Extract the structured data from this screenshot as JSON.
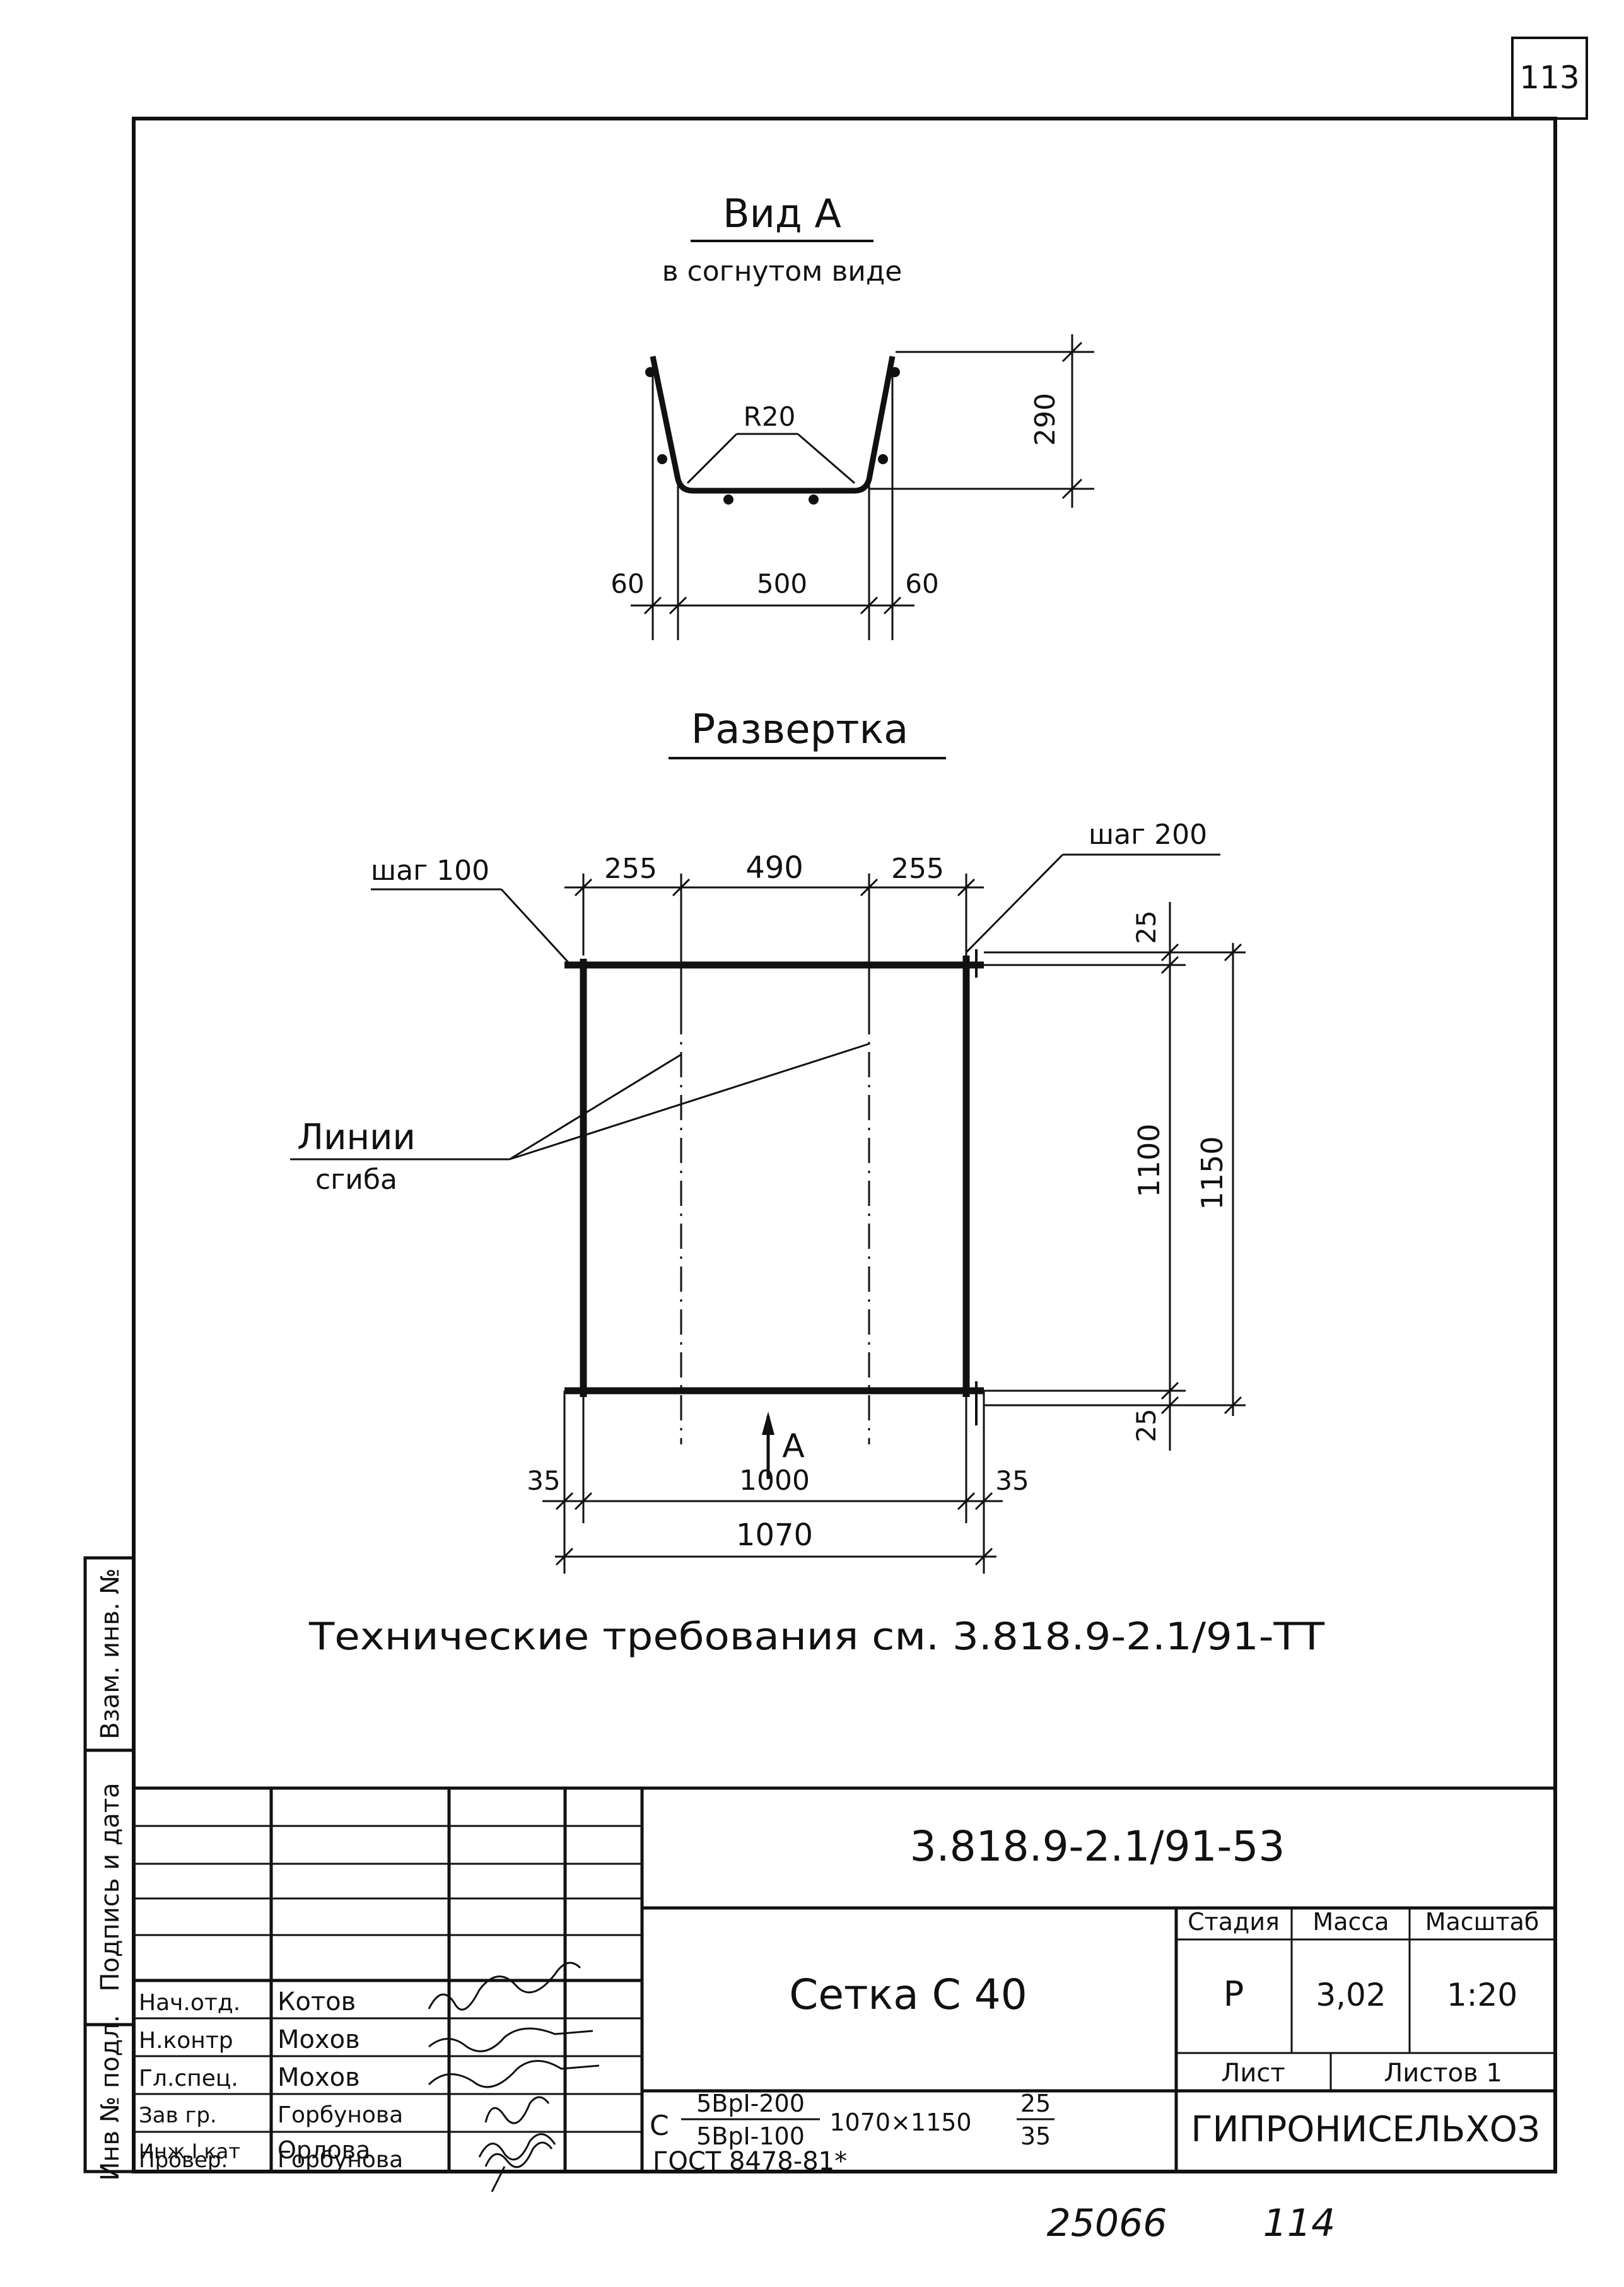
{
  "page_number": "113",
  "view_a": {
    "title": "Вид А",
    "subtitle": "в согнутом виде",
    "radius_label": "R20",
    "height_dim": "290",
    "left_dim": "60",
    "bottom_dim": "500",
    "right_dim": "60"
  },
  "unfolded": {
    "title": "Развертка",
    "step_left": "шаг 100",
    "step_right": "шаг 200",
    "top_dims": [
      "255",
      "490",
      "255"
    ],
    "top_offset_dim": "25",
    "bottom_offset_dim": "25",
    "inner_height_dim": "1100",
    "total_height_dim": "1150",
    "bend_lines_label_1": "Линии",
    "bend_lines_label_2": "сгиба",
    "view_marker": "А",
    "bottom_left_dim": "35",
    "bottom_mid_dim": "1000",
    "bottom_right_dim": "35",
    "total_width_dim": "1070"
  },
  "tech_requirements": "Технические требования см. 3.818.9-2.1/91-ТТ",
  "side_stamp": {
    "cells": [
      "Инв № подл.",
      "Подпись и дата",
      "Взам. инв. №"
    ]
  },
  "title_block": {
    "document_code": "3.818.9-2.1/91-53",
    "item_name": "Сетка С 40",
    "stage_header": "Стадия",
    "mass_header": "Масса",
    "scale_header": "Масштаб",
    "stage_value": "Р",
    "mass_value": "3,02",
    "scale_value": "1:20",
    "sheet_label": "Лист",
    "sheets_label": "Листов 1",
    "organization": "ГИПРОНИСЕЛЬХОЗ",
    "spec_prefix": "С",
    "spec_top": "5BpI-200",
    "spec_bottom": "5BpI-100",
    "spec_size": "1070×1150",
    "spec_frac_top": "25",
    "spec_frac_bottom": "35",
    "spec_gost": "ГОСТ 8478-81*",
    "staff": [
      {
        "role": "Нач.отд.",
        "name": "Котов"
      },
      {
        "role": "Н.контр",
        "name": "Мохов"
      },
      {
        "role": "Гл.спец.",
        "name": "Мохов"
      },
      {
        "role": "Зав гр.",
        "name": "Горбунова"
      },
      {
        "role": "Инж.I кат",
        "name": "Орлова"
      },
      {
        "role": "Провер.",
        "name": "Горбунова"
      }
    ]
  },
  "footer": {
    "inventory_number": "25066",
    "page_number": "114"
  }
}
